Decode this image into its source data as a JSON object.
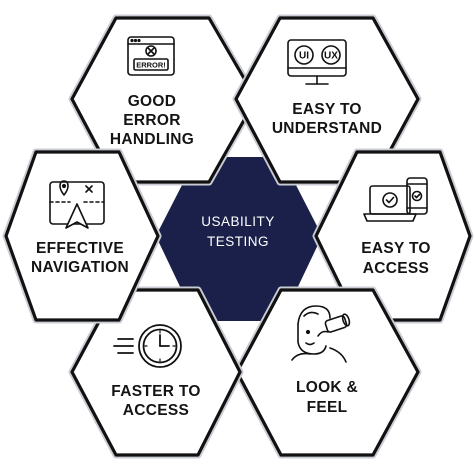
{
  "center": {
    "line1": "USABILITY",
    "line2": "TESTING"
  },
  "items": [
    {
      "id": "error-handling",
      "icon": "error-window-icon",
      "icon_text": "ERROR!",
      "line1": "GOOD",
      "line2": "ERROR",
      "line3": "HANDLING"
    },
    {
      "id": "easy-to-understand",
      "icon": "ui-ux-monitor-icon",
      "icon_text_left": "UI",
      "icon_text_right": "UX",
      "line1": "EASY TO",
      "line2": "UNDERSTAND"
    },
    {
      "id": "easy-to-access",
      "icon": "devices-check-icon",
      "line1": "EASY TO",
      "line2": "ACCESS"
    },
    {
      "id": "look-and-feel",
      "icon": "person-binoculars-icon",
      "line1": "LOOK &",
      "line2": "FEEL"
    },
    {
      "id": "faster-to-access",
      "icon": "fast-clock-icon",
      "line1": "FASTER TO",
      "line2": "ACCESS"
    },
    {
      "id": "effective-navigation",
      "icon": "navigation-map-icon",
      "line1": "EFFECTIVE",
      "line2": "NAVIGATION"
    }
  ],
  "colors": {
    "center_fill": "#1a2049",
    "outline": "#111111",
    "outer_ring": "#c9ccd3",
    "text": "#141414",
    "center_text": "#ffffff"
  }
}
